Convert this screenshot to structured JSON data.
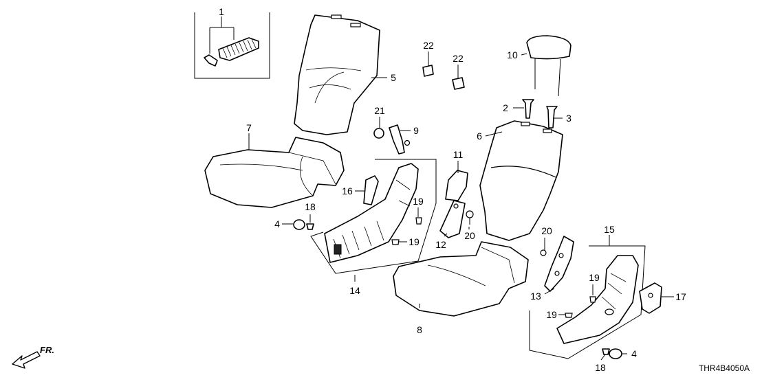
{
  "diagram": {
    "callouts": [
      {
        "id": "c1",
        "label": "1"
      },
      {
        "id": "c2",
        "label": "2"
      },
      {
        "id": "c3",
        "label": "3"
      },
      {
        "id": "c4a",
        "label": "4"
      },
      {
        "id": "c4b",
        "label": "4"
      },
      {
        "id": "c5",
        "label": "5"
      },
      {
        "id": "c6",
        "label": "6"
      },
      {
        "id": "c7",
        "label": "7"
      },
      {
        "id": "c8",
        "label": "8"
      },
      {
        "id": "c9",
        "label": "9"
      },
      {
        "id": "c10",
        "label": "10"
      },
      {
        "id": "c11",
        "label": "11"
      },
      {
        "id": "c12",
        "label": "12"
      },
      {
        "id": "c13",
        "label": "13"
      },
      {
        "id": "c14",
        "label": "14"
      },
      {
        "id": "c15",
        "label": "15"
      },
      {
        "id": "c16",
        "label": "16"
      },
      {
        "id": "c17",
        "label": "17"
      },
      {
        "id": "c18a",
        "label": "18"
      },
      {
        "id": "c18b",
        "label": "18"
      },
      {
        "id": "c19a",
        "label": "19"
      },
      {
        "id": "c19b",
        "label": "19"
      },
      {
        "id": "c19c",
        "label": "19"
      },
      {
        "id": "c19d",
        "label": "19"
      },
      {
        "id": "c20a",
        "label": "20"
      },
      {
        "id": "c20b",
        "label": "20"
      },
      {
        "id": "c21",
        "label": "21"
      },
      {
        "id": "c22a",
        "label": "22"
      },
      {
        "id": "c22b",
        "label": "22"
      }
    ],
    "front_arrow_label": "FR.",
    "diagram_code": "THR4B4050A"
  },
  "icons": {
    "front_arrow": "front-direction-arrow-icon"
  }
}
